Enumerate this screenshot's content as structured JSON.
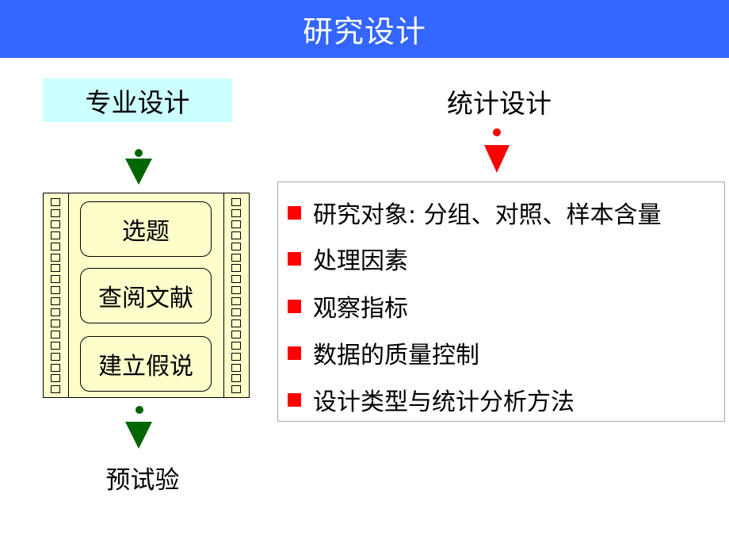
{
  "title": "研究设计",
  "left": {
    "heading": "专业设计",
    "steps": [
      "选题",
      "查阅文献",
      "建立假说"
    ],
    "result": "预试验",
    "arrow_color": "#006600",
    "frame_bg": "#ffffcc",
    "heading_bg": "#ccffff"
  },
  "right": {
    "heading": "统计设计",
    "items": [
      "研究对象: 分组、对照、样本含量",
      "处理因素",
      "观察指标",
      "数据的质量控制",
      "设计类型与统计分析方法"
    ],
    "bullet_color": "#ff0000",
    "arrow_color": "#ff0000"
  },
  "title_bg": "#3366ff"
}
